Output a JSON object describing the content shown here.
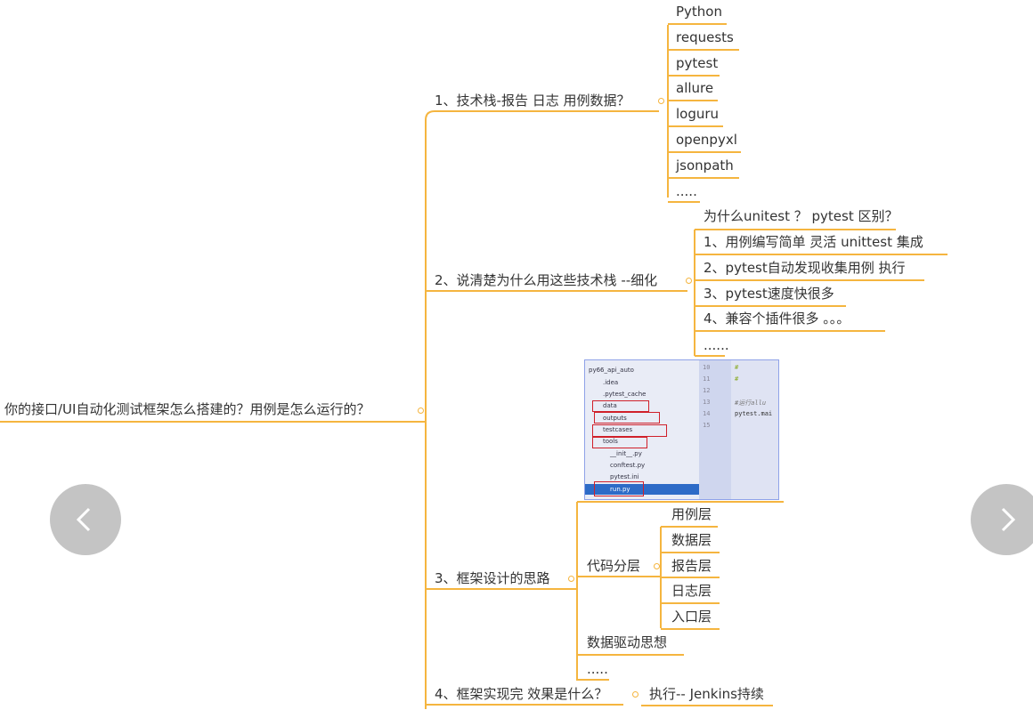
{
  "root": {
    "label": "你的接口/UI自动化测试框架怎么搭建的？用例是怎么运行的？"
  },
  "branches": [
    {
      "label": "1、技术栈-报告 日志  用例数据？",
      "children": [
        "Python",
        "requests",
        "pytest",
        "allure",
        "loguru",
        "openpyxl",
        "jsonpath",
        "....."
      ]
    },
    {
      "label": "2、说清楚为什么用这些技术栈 --细化",
      "children": [
        "为什么unitest ？ pytest 区别？",
        "1、用例编写简单  灵活  unittest 集成",
        "2、pytest自动发现收集用例 执行",
        "3、pytest速度快很多",
        "4、兼容个插件很多 。。。",
        "......"
      ]
    },
    {
      "label": "3、框架设计的思路",
      "layered": {
        "label": "代码分层",
        "children": [
          "用例层",
          "数据层",
          "报告层",
          "日志层",
          "入口层"
        ]
      },
      "extra": [
        "数据驱动思想",
        "....."
      ]
    },
    {
      "label": "4、框架实现完 效果是什么？",
      "children": [
        "执行-- Jenkins持续"
      ]
    }
  ],
  "screenshot": {
    "tree_items": [
      "py66_api_auto",
      ".idea",
      ".pytest_cache",
      "data",
      "outputs",
      "testcases",
      "tools",
      "__init__.py",
      "conftest.py",
      "pytest.ini",
      "run.py"
    ],
    "line_numbers": [
      "10",
      "11",
      "12",
      "13",
      "14",
      "15"
    ],
    "code_lines": [
      "#",
      "#",
      "",
      "#运行allu",
      "pytest.mai",
      ""
    ]
  },
  "nav": {
    "prev_icon": "chevron-left-icon",
    "next_icon": "chevron-right-icon"
  },
  "colors": {
    "connector": "#f5b53f",
    "nav_bg": "#c4c4c4"
  }
}
